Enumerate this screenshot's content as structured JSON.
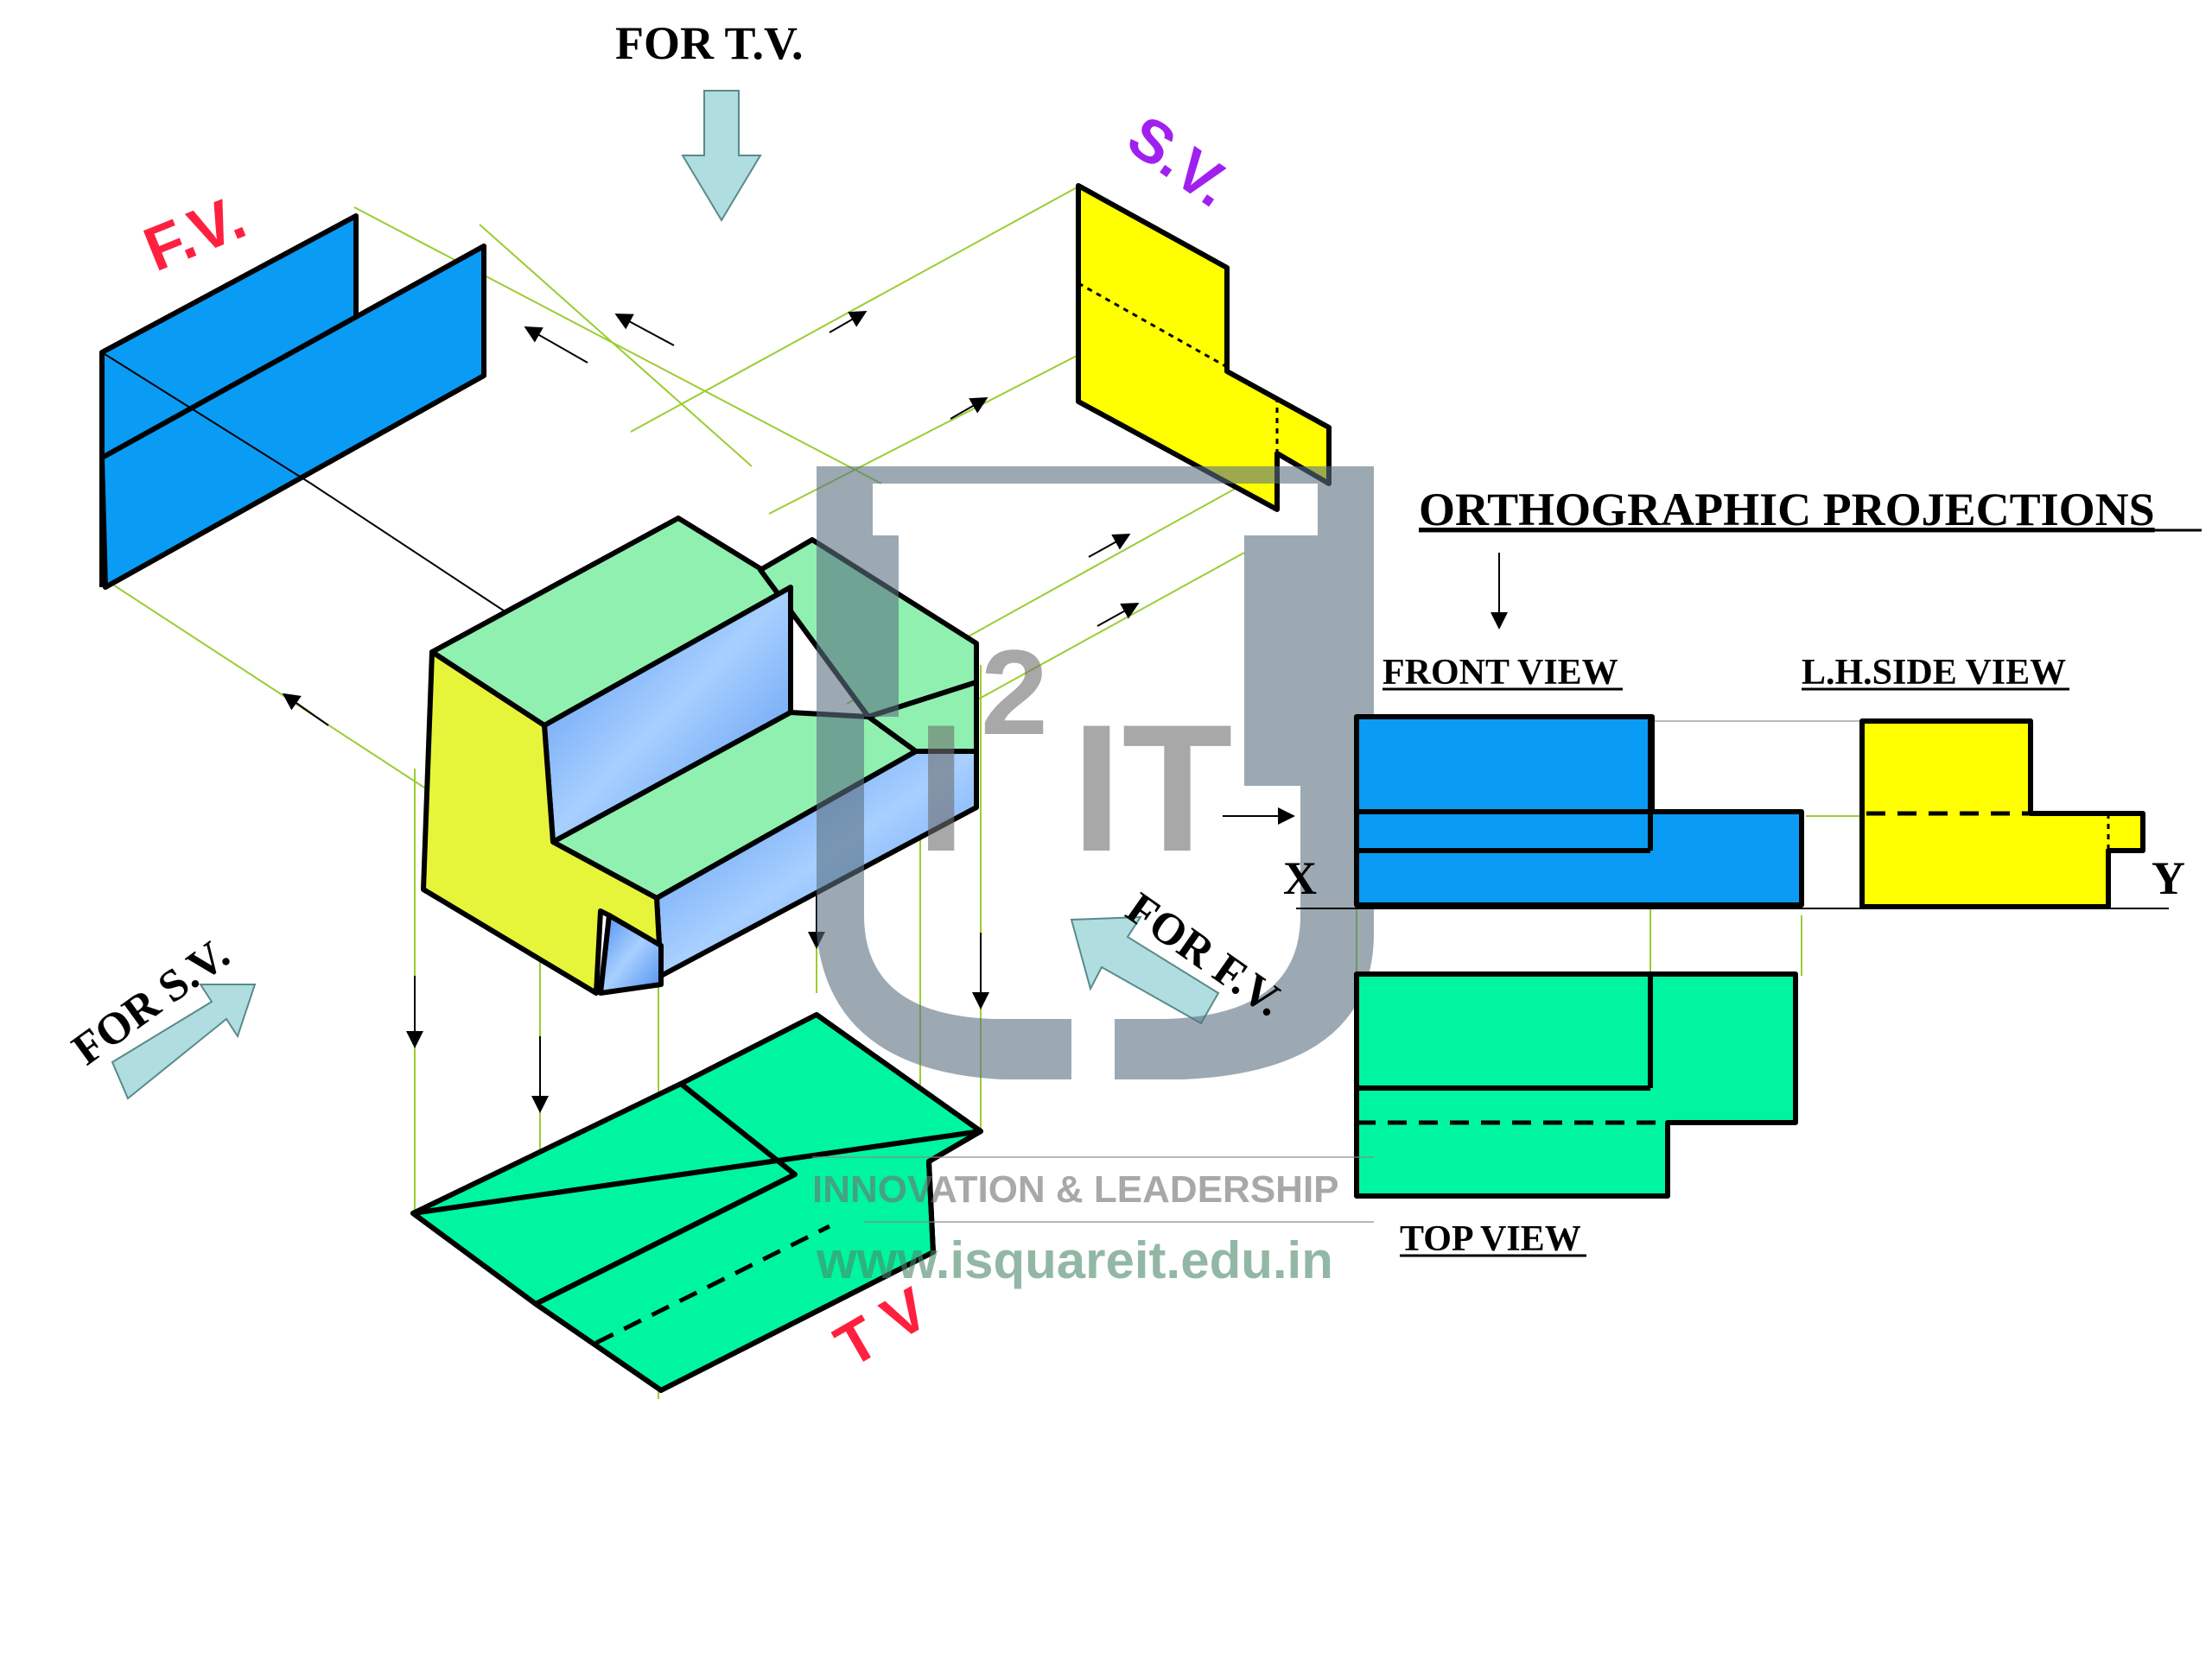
{
  "labels": {
    "for_tv": "FOR T.V.",
    "for_sv": "FOR S.V.",
    "for_fv": "FOR F.V.",
    "fv_tag": "F.V.",
    "sv_tag": "S.V.",
    "tv_tag": "T V",
    "title": "ORTHOGRAPHIC PROJECTIONS",
    "front_view": "FRONT VIEW",
    "side_view": "L.H.SIDE VIEW",
    "top_view": "TOP VIEW",
    "axis_x": "X",
    "axis_y": "Y"
  },
  "watermark": {
    "logo_text": "I",
    "logo_sup": "2",
    "logo_text2": "IT",
    "tagline": "INNOVATION & LEADERSHIP",
    "url": "www.isquareit.edu.in"
  },
  "colors": {
    "front_view_blue": "#0a9bf5",
    "side_view_yellow": "#ffff00",
    "top_view_green": "#00f5a0",
    "object_green": "#90f0b0",
    "object_blue": "#6aa8f5",
    "fv_tag_red": "#ff2040",
    "sv_tag_violet": "#a020f0",
    "arrow_fill": "#b0dde0",
    "watermark_gray": "#5a7080"
  }
}
